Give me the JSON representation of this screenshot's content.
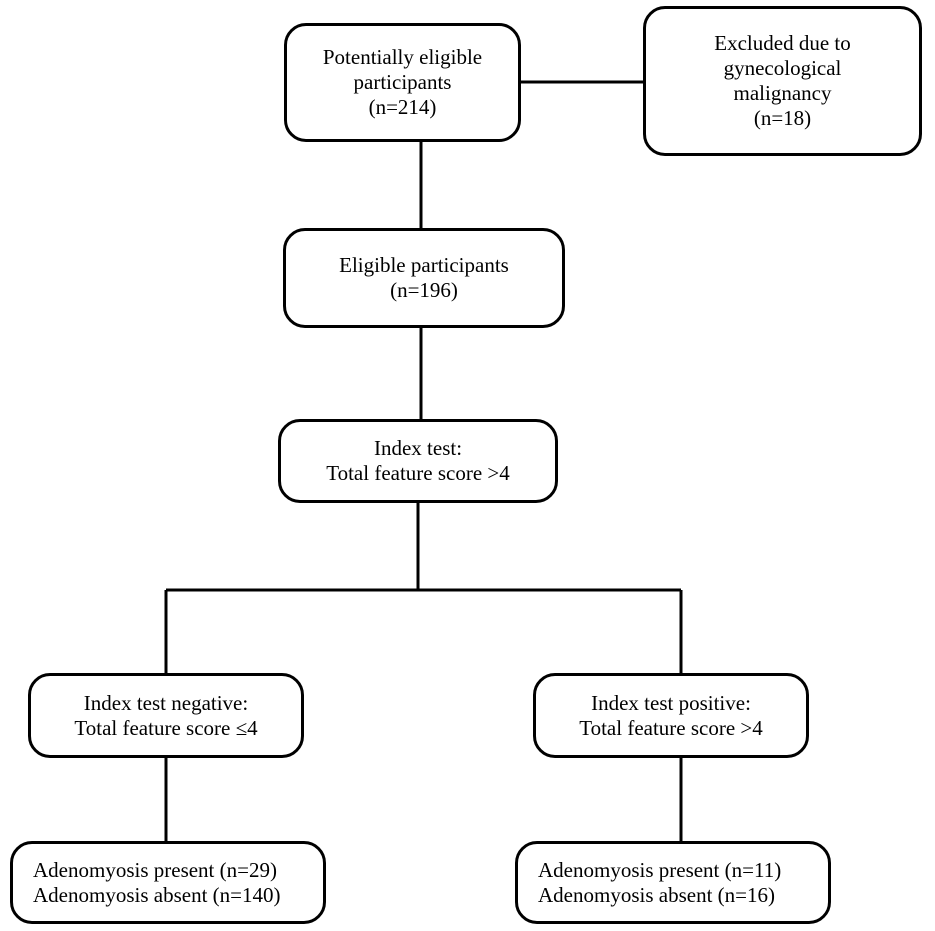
{
  "boxes": {
    "potential": [
      "Potentially eligible",
      "participants",
      "(n=214)"
    ],
    "excluded": [
      "Excluded due to",
      "gynecological",
      "malignancy",
      "(n=18)"
    ],
    "eligible": [
      "Eligible participants",
      "(n=196)"
    ],
    "index_test": [
      "Index test:",
      "Total feature score >4"
    ],
    "negative": [
      "Index test negative:",
      "Total feature score ≤4"
    ],
    "positive": [
      "Index test positive:",
      "Total feature score >4"
    ],
    "neg_outcome": [
      "Adenomyosis present (n=29)",
      "Adenomyosis absent (n=140)"
    ],
    "pos_outcome": [
      "Adenomyosis present (n=11)",
      "Adenomyosis absent (n=16)"
    ]
  },
  "colors": {
    "stroke": "#000000",
    "background": "#ffffff"
  }
}
